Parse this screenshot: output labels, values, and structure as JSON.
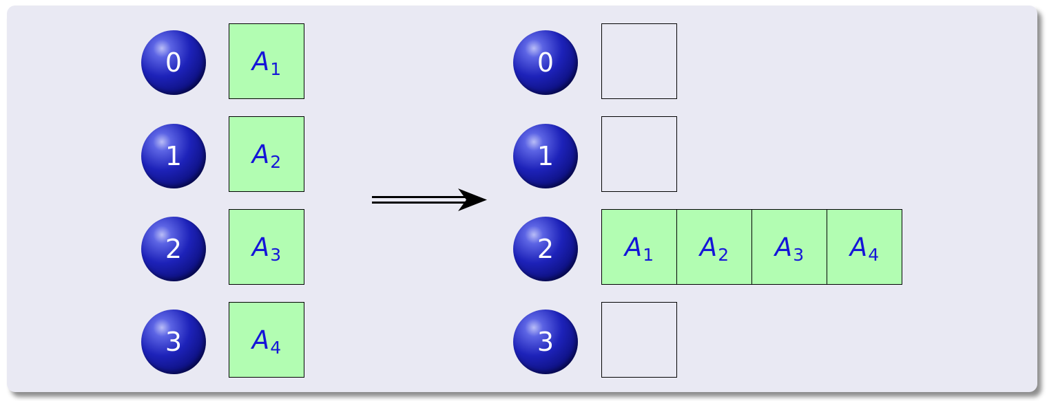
{
  "diagram": {
    "accent_colors": {
      "ball": "#1d22b9",
      "cell_fill": "#b2fdb2",
      "cell_text": "#1515d8",
      "panel": "#e9e9f3"
    },
    "left": {
      "ranks": [
        "0",
        "1",
        "2",
        "3"
      ],
      "cells": [
        {
          "letter": "A",
          "sub": "1"
        },
        {
          "letter": "A",
          "sub": "2"
        },
        {
          "letter": "A",
          "sub": "3"
        },
        {
          "letter": "A",
          "sub": "4"
        }
      ]
    },
    "arrow_icon": "double-right-arrow-icon",
    "right": {
      "ranks": [
        "0",
        "1",
        "2",
        "3"
      ],
      "gathered_cells": [
        {
          "letter": "A",
          "sub": "1"
        },
        {
          "letter": "A",
          "sub": "2"
        },
        {
          "letter": "A",
          "sub": "3"
        },
        {
          "letter": "A",
          "sub": "4"
        }
      ]
    }
  }
}
